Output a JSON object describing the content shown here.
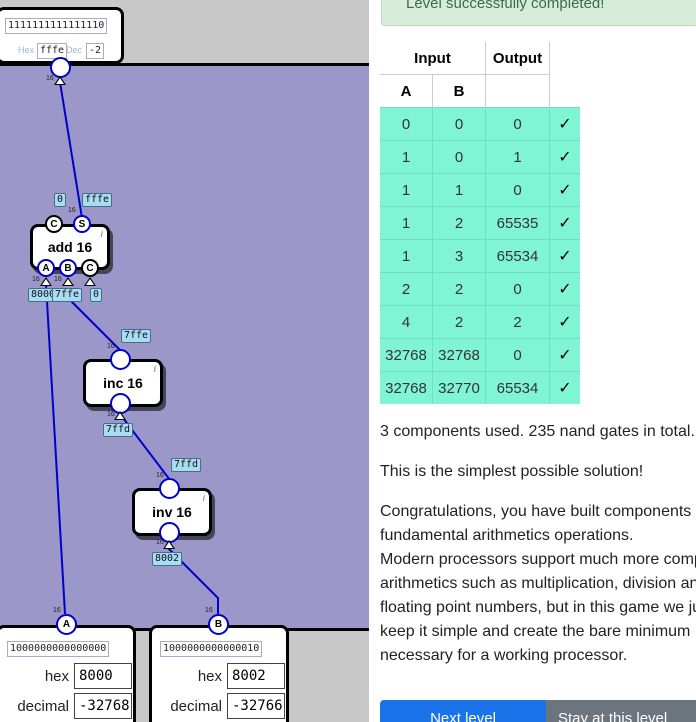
{
  "circuit": {
    "output_display": {
      "bits": "1111111111111110",
      "hex_label": "Hex",
      "hex_value": "fffe",
      "dec_label": "Dec",
      "dec_value": "-2"
    },
    "bit_width": "16",
    "components": {
      "add": {
        "name": "add 16",
        "pins_top": [
          "C",
          "S"
        ],
        "pins_bottom": [
          "A",
          "B",
          "C"
        ]
      },
      "inc": {
        "name": "inc 16"
      },
      "inv": {
        "name": "inv 16"
      }
    },
    "wire_tags": {
      "out_c": "0",
      "out_s": "fffe",
      "add_a": "8000",
      "add_b": "7ffe",
      "add_c": "0",
      "inc_in": "7ffe",
      "inc_out": "7ffd",
      "inv_in": "7ffd",
      "inv_out": "8002"
    },
    "inputs": [
      {
        "pin": "A",
        "bits": "1000000000000000",
        "hex_label": "hex",
        "hex_value": "8000",
        "dec_label": "decimal",
        "dec_value": "-32768"
      },
      {
        "pin": "B",
        "bits": "1000000000000010",
        "hex_label": "hex",
        "hex_value": "8002",
        "dec_label": "decimal",
        "dec_value": "-32766"
      }
    ],
    "colors": {
      "wire": "#0000cc",
      "canvas": "#9b97c8",
      "table_row": "#7ff5d4"
    }
  },
  "panel": {
    "banner": "Level successfully completed!",
    "table": {
      "group_headers": [
        "Input",
        "Output"
      ],
      "column_headers": [
        "A",
        "B"
      ],
      "rows": [
        [
          "0",
          "0",
          "0",
          "✓"
        ],
        [
          "1",
          "0",
          "1",
          "✓"
        ],
        [
          "1",
          "1",
          "0",
          "✓"
        ],
        [
          "1",
          "2",
          "65535",
          "✓"
        ],
        [
          "1",
          "3",
          "65534",
          "✓"
        ],
        [
          "2",
          "2",
          "0",
          "✓"
        ],
        [
          "4",
          "2",
          "2",
          "✓"
        ],
        [
          "32768",
          "32768",
          "0",
          "✓"
        ],
        [
          "32768",
          "32770",
          "65534",
          "✓"
        ]
      ]
    },
    "stats": "3 components used. 235 nand gates in total.",
    "simplest": "This is the simplest possible solution!",
    "congrats_lines": [
      "Congratulations, you have built components for",
      "fundamental arithmetics operations.",
      "Modern processors support much more complex",
      "arithmetics such as multiplication, division and",
      "floating point numbers, but in this game we just",
      "keep it simple and create the bare minimum",
      "necessary for a working processor."
    ],
    "buttons": {
      "next": "Next level",
      "stay": "Stay at this level"
    }
  }
}
